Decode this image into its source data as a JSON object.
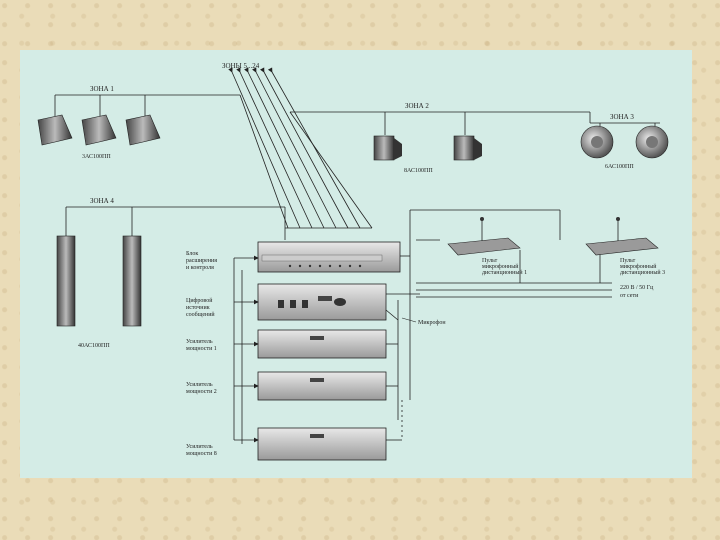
{
  "zones": {
    "z5_24": "ЗОНЫ 5...24",
    "z1": "ЗОНА 1",
    "z2": "ЗОНА 2",
    "z3": "ЗОНА 3",
    "z4": "ЗОНА 4"
  },
  "speakers": {
    "s1": "3АС100ПП",
    "s2": "8АС100ПП",
    "s3": "6АС100ПП",
    "s4": "40АС100ПП"
  },
  "devices": {
    "expansion_l1": "Блок",
    "expansion_l2": "расширения",
    "expansion_l3": "и контроля",
    "digital_l1": "Цифровой",
    "digital_l2": "источник",
    "digital_l3": "сообщений",
    "amp1_l1": "Усилитель",
    "amp1_l2": "мощности 1",
    "amp2_l1": "Усилитель",
    "amp2_l2": "мощности 2",
    "ampN_l1": "Усилитель",
    "ampN_l2": "мощности 8"
  },
  "consoles": {
    "c1_l1": "Пульт",
    "c1_l2": "микрофонный",
    "c1_l3": "дистанционный 1",
    "c2_l1": "Пульт",
    "c2_l2": "микрофонный",
    "c2_l3": "дистанционный 3"
  },
  "power": {
    "line1": "220 В / 50 Гц",
    "line2": "от сети"
  },
  "microphone": "Микрофон"
}
